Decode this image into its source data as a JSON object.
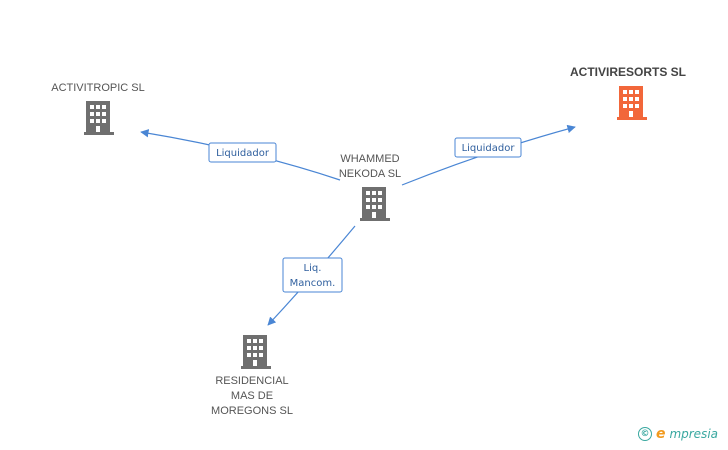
{
  "nodes": {
    "activitropic": {
      "lines": [
        "ACTIVITROPIC SL"
      ]
    },
    "activiresorts": {
      "lines": [
        "ACTIVIRESORTS SL"
      ],
      "highlight": "#f2673a"
    },
    "whammed": {
      "lines": [
        "WHAMMED",
        "NEKODA SL"
      ]
    },
    "residencial": {
      "lines": [
        "RESIDENCIAL",
        "MAS DE",
        "MOREGONS SL"
      ]
    }
  },
  "edges": {
    "to_activitropic": {
      "lines": [
        "Liquidador"
      ]
    },
    "to_activiresorts": {
      "lines": [
        "Liquidador"
      ]
    },
    "to_residencial": {
      "lines": [
        "Liq.",
        "Mancom."
      ]
    }
  },
  "colors": {
    "edge": "#4a86d4",
    "building": "#6f6f6f",
    "highlight": "#f2673a",
    "brand": "#3aa8a0"
  },
  "icons": {
    "node": "building-icon",
    "copyright": "copyright-icon"
  },
  "brand": {
    "copyright_symbol": "©",
    "e_letter": "e",
    "name": "mpresia"
  }
}
